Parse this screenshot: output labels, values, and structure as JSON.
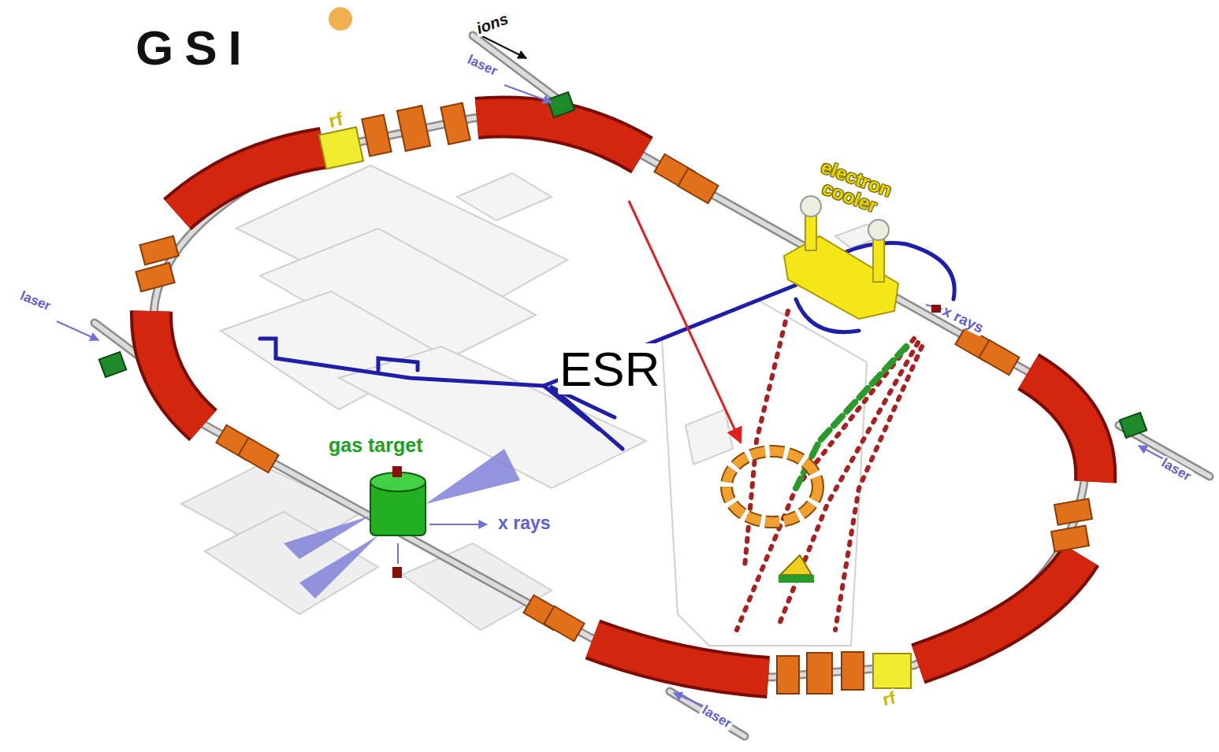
{
  "diagram": {
    "labels": [
      "GSI",
      "ions",
      "laser",
      "rf",
      "electron cooler",
      "laser",
      "x rays",
      "ESR",
      "laser",
      "gas target",
      "x rays",
      "rf",
      "laser"
    ]
  }
}
